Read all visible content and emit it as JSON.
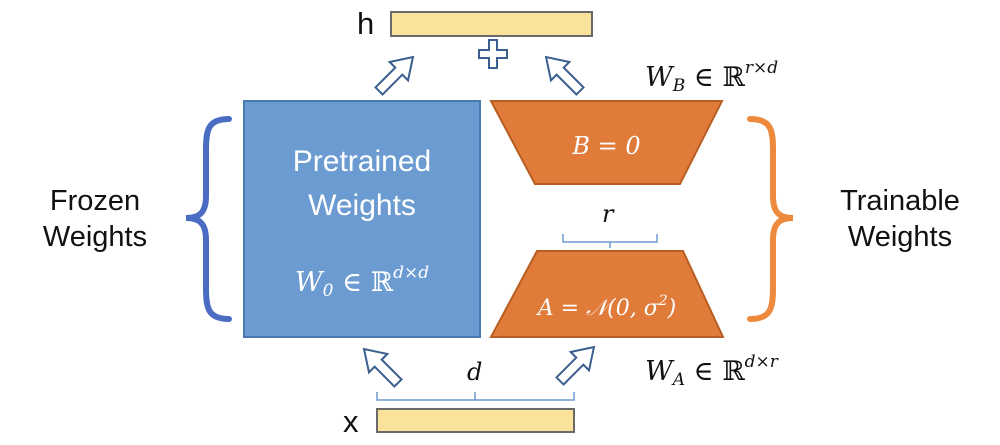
{
  "labels": {
    "h": "h",
    "x": "x",
    "frozen_line1": "Frozen",
    "frozen_line2": "Weights",
    "trainable_line1": "Trainable",
    "trainable_line2": "Weights",
    "pretrained_line1": "Pretrained",
    "pretrained_line2": "Weights",
    "w0_base": "W",
    "w0_sub": "0",
    "w0_set": " ∈ ℝ",
    "w0_sup": "d×d",
    "b_eq": "B = 0",
    "a_eq": "A = 𝒩(0, σ",
    "a_sup": "2",
    "a_close": ")",
    "wb_base": "W",
    "wb_sub": "B",
    "wb_set": " ∈ ℝ",
    "wb_sup": "r×d",
    "wa_base": "W",
    "wa_sub": "A",
    "wa_set": " ∈ ℝ",
    "wa_sup": "d×r",
    "r": "r",
    "d": "d"
  },
  "colors": {
    "pretrained_fill": "#6b9bd1",
    "pretrained_stroke": "#4a78b0",
    "lora_fill": "#e07b3a",
    "lora_stroke": "#b85e22",
    "vector_fill": "#fbe29a",
    "vector_stroke": "#6a6a6a",
    "frozen_brace": "#4a6cc2",
    "trainable_brace": "#ee8a3e",
    "arrow_stroke": "#3a5f8f",
    "bracket_stroke": "#6b9bd1"
  }
}
